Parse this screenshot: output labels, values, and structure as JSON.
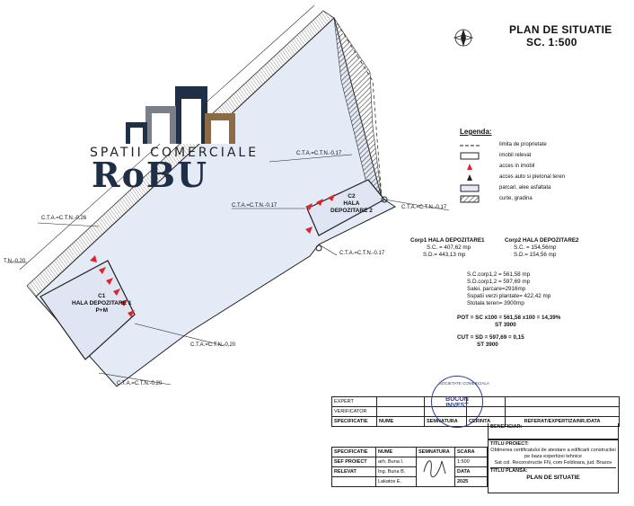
{
  "header": {
    "title": "PLAN DE SITUATIE",
    "scale": "SC. 1:500"
  },
  "logo": {
    "line1": "SPATII COMERCIALE",
    "line2": "RoBU"
  },
  "plan_labels": {
    "cta_1": "C.T.A.=C.T.N.-0.17",
    "cta_2": "C.T.A.=C.T.N.-0,26",
    "cta_3": "C.T.A.=C.T.N.-0.17",
    "cta_4": "C.T.A.=C.T.N.-0.17",
    "cta_5": "C.T.A.=C.T.N.-0.17",
    "cta_6": "C.T.A.=C.T.N.-0,20",
    "cta_7": "C.T.A.=C.T.N.-0.20",
    "cta_left": "T.N.-0,20",
    "c1_name": "C1",
    "c1_label": "HALA DEPOZITARE 1",
    "c1_levels": "P+M",
    "c2_name": "C2",
    "c2_label": "HALA",
    "c2_label2": "DEPOZITARE 2"
  },
  "legend": {
    "title": "Legenda:",
    "items": [
      {
        "label": "limita de proprietate",
        "symbol": "dashed-line-icon"
      },
      {
        "label": "imobil relevat",
        "symbol": "rectangle-icon"
      },
      {
        "label": "acces in imobil",
        "symbol": "red-triangle-icon"
      },
      {
        "label": "acces auto si pietonal teren",
        "symbol": "black-triangle-icon"
      },
      {
        "label": "parcari, alee asfaltata",
        "symbol": "blue-fill-icon"
      },
      {
        "label": "curte, gradina",
        "symbol": "hatch-icon"
      }
    ]
  },
  "corp1": {
    "title": "Corp1 HALA DEPOZITARE1",
    "sc": "S.C. = 407,62 mp",
    "sd": "S.D.= 443,13 mp"
  },
  "corp2": {
    "title": "Corp2 HALA DEPOZITARE2",
    "sc": "S.C. = 154,56mp",
    "sd": "S.D.= 154,56 mp"
  },
  "totals": {
    "sc": "S.C.corp1,2 = 561,58 mp",
    "sd": "S.D.corp1,2 = 597,69 mp",
    "parcari": "Salei, parcare=2916mp",
    "verde": "Sspatii verzi plantate= 422,42 mp",
    "teren": "Stotala teren= 3900mp"
  },
  "indices": {
    "pot_label": "POT = SC x100 = 561,58 x100 = 14,39%",
    "pot_den": "ST             3900",
    "cut_label": "CUT = SD = 597,69 = 0,15",
    "cut_den": "ST    3900"
  },
  "title_block": {
    "top_rows": [
      {
        "role": "EXPERT",
        "name": "",
        "sig": "",
        "cerinta": "",
        "ref": ""
      },
      {
        "role": "VERIFICATOR",
        "name": "",
        "sig": "",
        "cerinta": "",
        "ref": ""
      },
      {
        "role": "SPECIFICATIE",
        "name": "NUME",
        "sig": "SEMNATURA",
        "cerinta": "CERINTA",
        "ref": "REFERAT/EXPERTIZA/NR./DATA"
      }
    ],
    "beneficiar_label": "BENEFICIAR:",
    "titlu_proiect_label": "TITLU PROIECT:",
    "titlu_proiect_text": "Obtinerea certificatului de atestare a edificarii constructiei pe baza expertizei tehnice",
    "titlu_proiect_loc": "Sat col. Reconstructie FN, com Feldioara, jud. Brasov",
    "titlu_plansa_label": "TITLU PLANSA:",
    "titlu_plansa_text": "PLAN DE SITUATIE",
    "staff_header": {
      "spec": "SPECIFICATIE",
      "name": "NUME",
      "sig": "SEMNATURA",
      "scara": "SCARA"
    },
    "staff": [
      {
        "role": "SEF PROIECT",
        "name": "arh. Buna I.",
        "extra": "1:500"
      },
      {
        "role": "RELEVAT",
        "name": "Ing. Buna B.",
        "extra": "DATA"
      },
      {
        "role": "",
        "name": "Lakatos E.",
        "extra": "2025"
      }
    ],
    "stamp_text": "BUCON INVEST",
    "stamp_ring": "SOCIETATE COMERCIALA"
  },
  "colors": {
    "plot_fill": "#e4eaf6",
    "access_red": "#e0232b",
    "hatch": "#555555",
    "logo_dark": "#1f2f46",
    "logo_accent": "#8b6a44"
  }
}
